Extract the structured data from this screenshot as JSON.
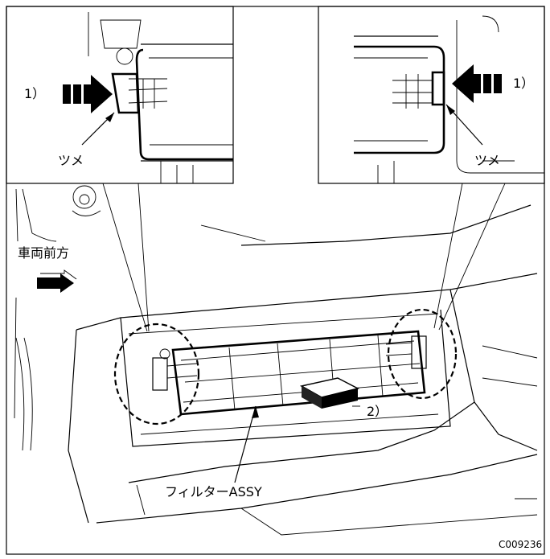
{
  "labels": {
    "step1_left": "1）",
    "step1_right": "1）",
    "claw_left": "ツメ",
    "claw_right": "ツメ",
    "vehicle_front": "車両前方",
    "step2": "2）",
    "filter_assy": "フィルターASSY",
    "figure_code": "C009236"
  },
  "icons": [
    "push-arrow-icon",
    "push-arrow-icon",
    "vehicle-front-arrow-icon",
    "pull-direction-arrow-icon"
  ]
}
